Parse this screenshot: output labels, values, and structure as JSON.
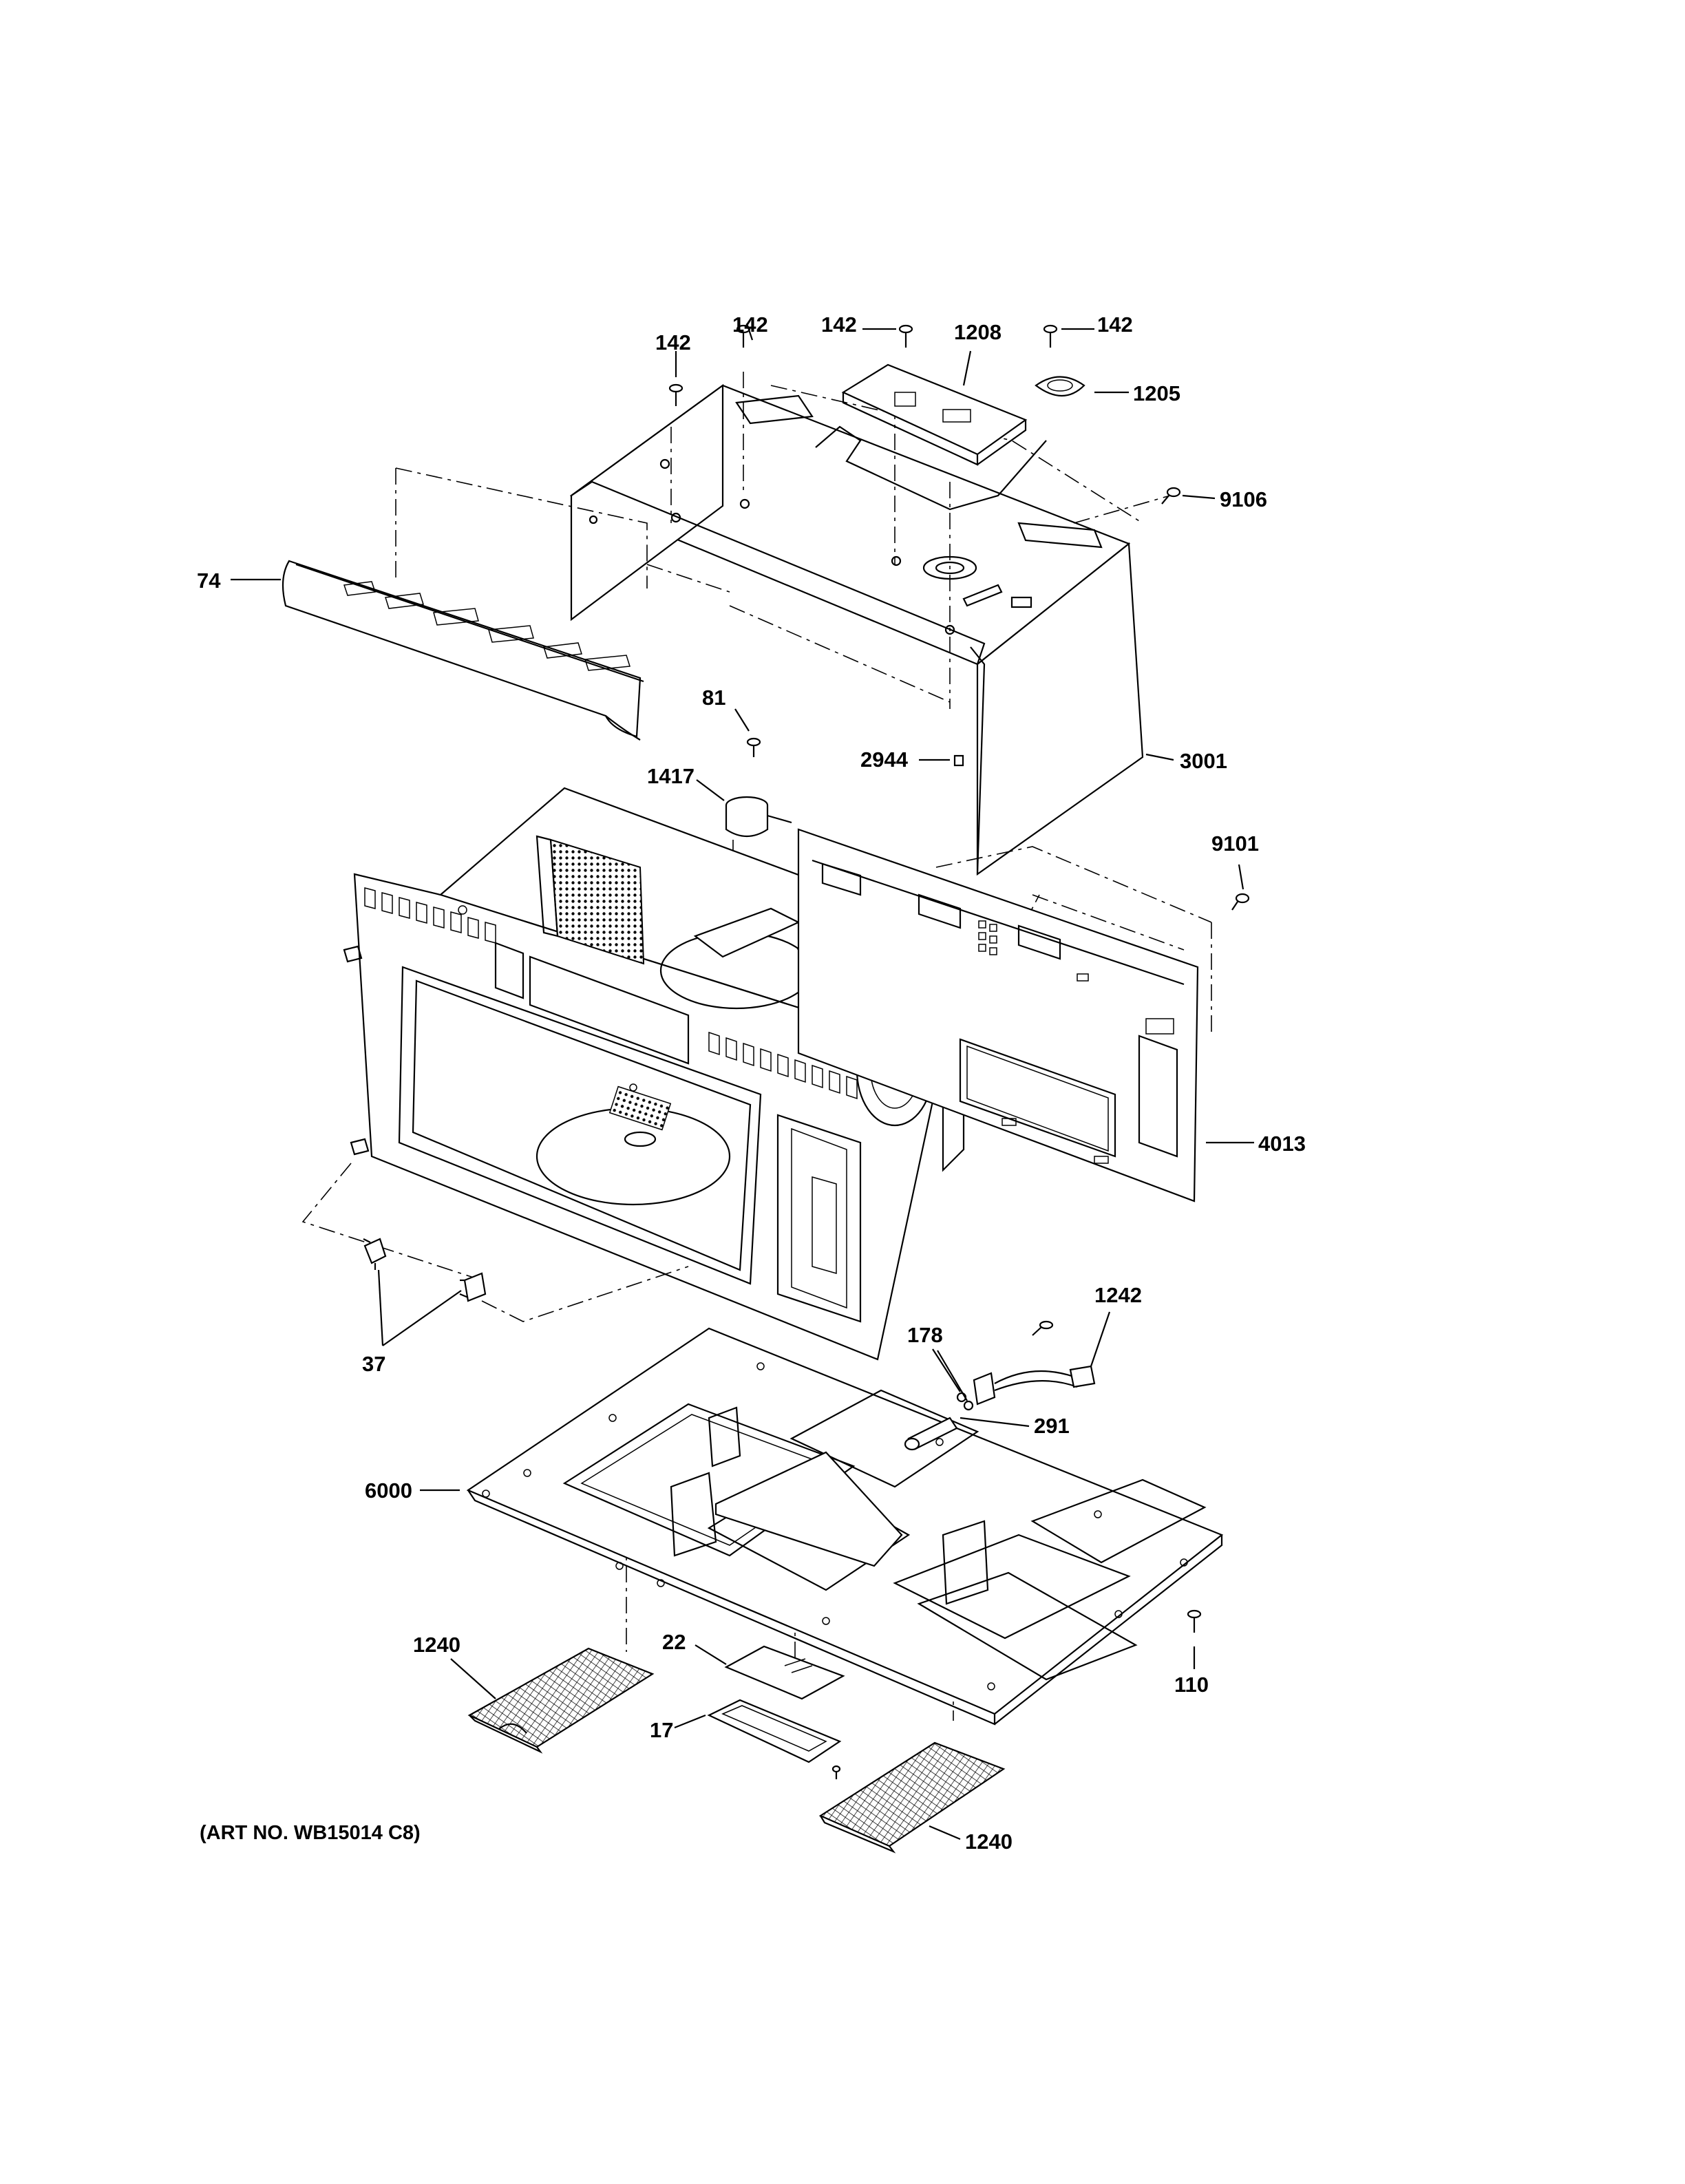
{
  "labels": {
    "l142a": "142",
    "l142b": "142",
    "l142c": "142",
    "l1208": "1208",
    "l142d": "142",
    "l1205": "1205",
    "l9106": "9106",
    "l74": "74",
    "l81": "81",
    "l1417": "1417",
    "l2944": "2944",
    "l3001": "3001",
    "l9101": "9101",
    "l4013": "4013",
    "l37": "37",
    "l1242": "1242",
    "l178": "178",
    "l291": "291",
    "l6000": "6000",
    "l1240a": "1240",
    "l22": "22",
    "l17": "17",
    "l110": "110",
    "l1240b": "1240"
  },
  "caption": "(ART NO. WB15014 C8)"
}
